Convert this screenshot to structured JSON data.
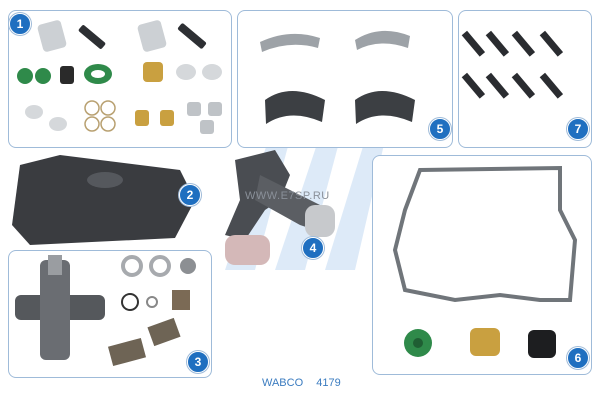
{
  "badges": [
    "1",
    "2",
    "3",
    "4",
    "5",
    "6",
    "7"
  ],
  "watermark": "WWW.E7SP.RU",
  "caption": {
    "brand": "WABCO",
    "number": "4179"
  },
  "colors": {
    "badge": "#1f6fc0",
    "border": "#9fbbd9",
    "caption": "#3b7cc0"
  }
}
